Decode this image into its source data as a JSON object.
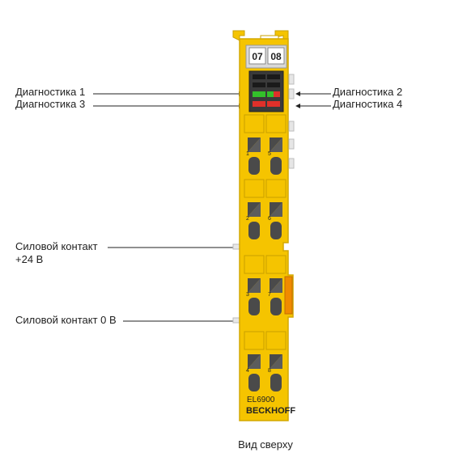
{
  "labels": {
    "diag1": "Диагностика 1",
    "diag3": "Диагностика 3",
    "diag2": "Диагностика 2",
    "diag4": "Диагностика 4",
    "power_plus_line1": "Силовой контакт",
    "power_plus_line2": "+24 В",
    "power_zero": "Силовой контакт 0 В"
  },
  "caption": "Вид сверху",
  "terminal": {
    "slot_labels": [
      "07",
      "08"
    ],
    "model": "EL6900",
    "brand": "BECKHOFF",
    "contact_numbers": [
      "1",
      "5",
      "2",
      "6",
      "3",
      "7",
      "4",
      "8"
    ]
  },
  "colors": {
    "housing": "#f5c400",
    "housing_dark": "#d4a800",
    "connector": "#4a4a4a",
    "led_green": "#33c02a",
    "led_red": "#e0302a",
    "orange_tab": "#f08a00"
  }
}
